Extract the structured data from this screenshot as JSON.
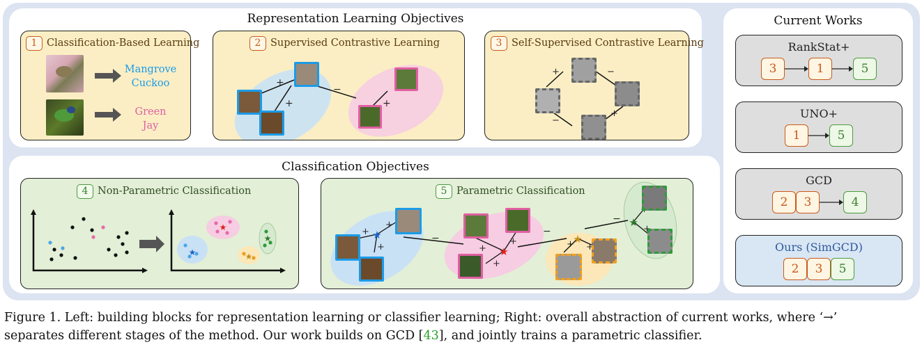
{
  "left": {
    "representation_title": "Representation Learning Objectives",
    "classification_title": "Classification Objectives",
    "boxes": {
      "b1": {
        "num": "1",
        "title": "Classification-Based Learning",
        "label1": "Mangrove Cuckoo",
        "label1_line1": "Mangrove",
        "label1_line2": "Cuckoo",
        "label2_line1": "Green",
        "label2_line2": "Jay"
      },
      "b2": {
        "num": "2",
        "title": "Supervised Contrastive Learning"
      },
      "b3": {
        "num": "3",
        "title": "Self-Supervised Contrastive Learning"
      },
      "b4": {
        "num": "4",
        "title": "Non-Parametric Classification"
      },
      "b5": {
        "num": "5",
        "title": "Parametric Classification"
      }
    },
    "signs": {
      "plus": "+",
      "minus": "−"
    }
  },
  "right": {
    "title": "Current Works",
    "works": [
      {
        "name": "RankStat+",
        "stages": [
          "3",
          "1",
          "5"
        ]
      },
      {
        "name": "UNO+",
        "stages": [
          "1",
          "5"
        ]
      },
      {
        "name": "GCD",
        "stages": [
          "2",
          "3",
          "4"
        ]
      },
      {
        "name": "Ours (SimGCD)",
        "stages": [
          "2",
          "3",
          "5"
        ]
      }
    ]
  },
  "caption": {
    "line1": "Figure 1.   Left: building blocks for representation learning or classifier learning; Right: overall abstraction of current works, where ‘→’",
    "line2_pre": "separates different stages of the method. Our work builds on GCD [",
    "cite": "43",
    "line2_post": "], and jointly trains a parametric classifier."
  },
  "colors": {
    "outer_bg": "#dce3f1",
    "yellow_box": "#fbeec4",
    "green_box": "#e3efd6",
    "gray_box": "#dedede",
    "ours_box": "#d9e6f4",
    "ours_text": "#2f5b9a",
    "orange_tag": "#c85a1a",
    "green_tag": "#4c9a40",
    "label_blue": "#1b9be8",
    "label_pink": "#e05fa2",
    "cite_green": "#2aa02a"
  }
}
